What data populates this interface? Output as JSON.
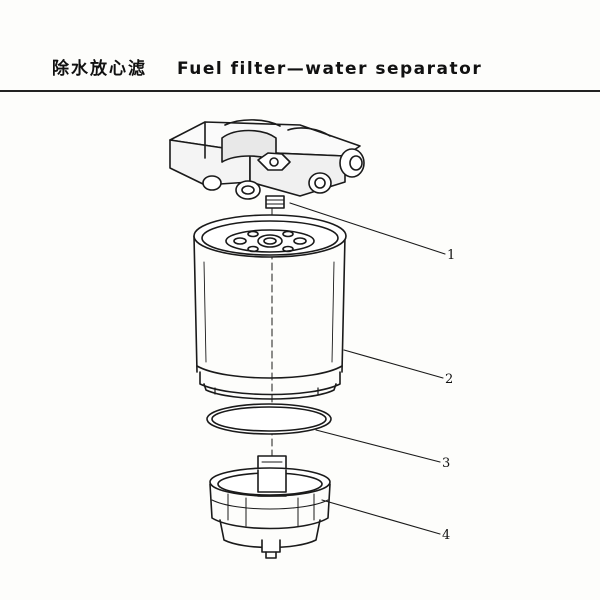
{
  "header": {
    "title_zh": "除水放心滤",
    "title_en": "Fuel filter—water separator"
  },
  "callouts": [
    {
      "label": "1",
      "part": "filter-head"
    },
    {
      "label": "2",
      "part": "filter-cartridge"
    },
    {
      "label": "3",
      "part": "seal-ring"
    },
    {
      "label": "4",
      "part": "water-bowl"
    }
  ],
  "colors": {
    "ink": "#1a1a1a",
    "paper": "#fdfdfb"
  }
}
